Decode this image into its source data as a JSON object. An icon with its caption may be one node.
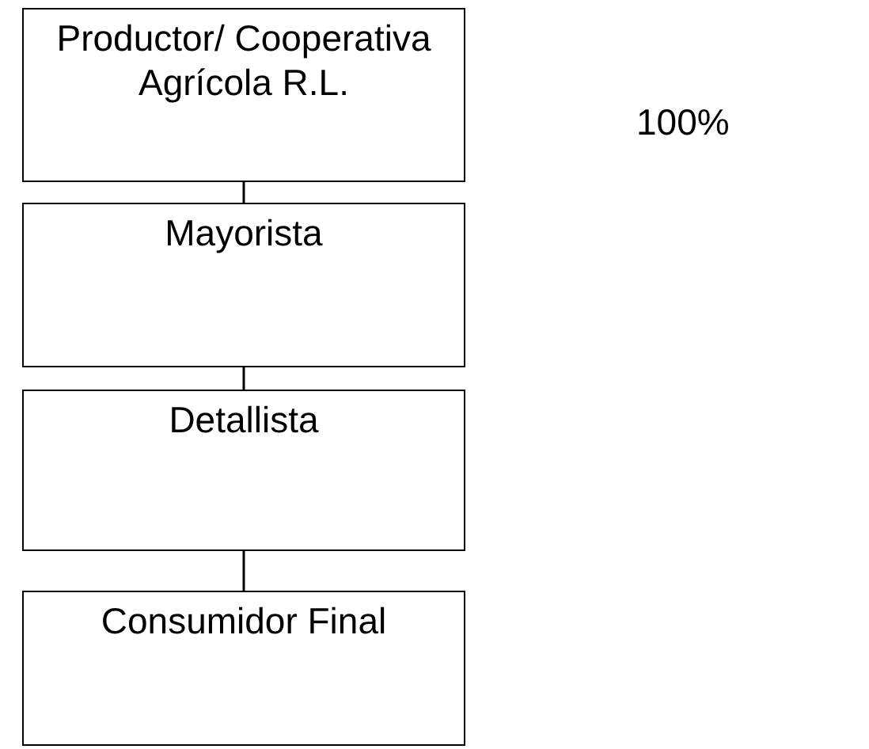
{
  "diagram": {
    "nodes": [
      {
        "text": [
          "Productor/ Cooperativa Agrícola R.L."
        ]
      },
      {
        "text": [
          "Mayorista"
        ]
      },
      {
        "text": [
          "Detallista"
        ]
      },
      {
        "text": [
          "Consumidor Final"
        ]
      }
    ],
    "edges": [
      {
        "from": 0,
        "to": 1,
        "arrow": "none"
      },
      {
        "from": 1,
        "to": 2,
        "arrow": "none"
      },
      {
        "from": 2,
        "to": 3,
        "arrow": "none"
      }
    ],
    "labels": [
      "100%"
    ]
  }
}
